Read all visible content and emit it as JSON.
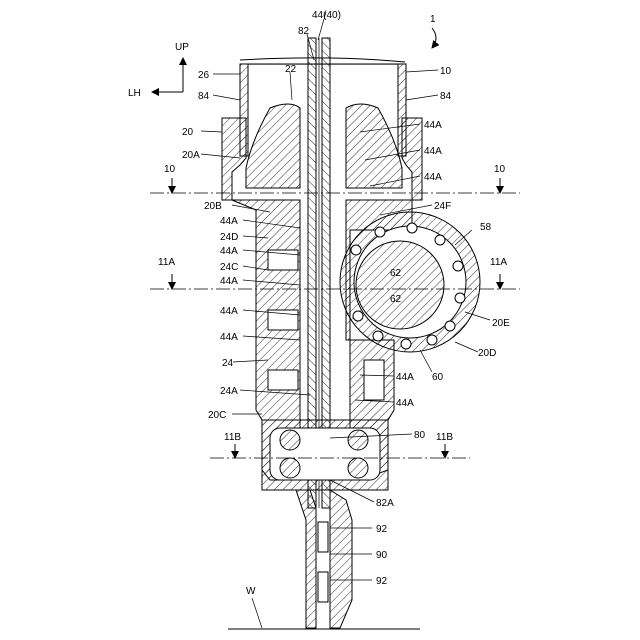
{
  "labels": {
    "fig_ref": "1",
    "up": "UP",
    "lh": "LH",
    "ref_44_40": "44(40)",
    "ref_82_top": "82",
    "ref_22": "22",
    "ref_26": "26",
    "ref_10_top": "10",
    "ref_84_left": "84",
    "ref_84_right": "84",
    "ref_20": "20",
    "ref_20A": "20A",
    "ref_44A_r1": "44A",
    "ref_44A_r2": "44A",
    "ref_44A_r3": "44A",
    "sec_10_left": "10",
    "sec_10_right": "10",
    "ref_20B": "20B",
    "ref_24F": "24F",
    "ref_44A_l1": "44A",
    "ref_24D": "24D",
    "ref_44A_l2": "44A",
    "ref_24C": "24C",
    "ref_44A_l3": "44A",
    "ref_58": "58",
    "sec_11A_left": "11A",
    "sec_11A_right": "11A",
    "ref_62_a": "62",
    "ref_62_b": "62",
    "ref_44A_l4": "44A",
    "ref_20E": "20E",
    "ref_44A_l5": "44A",
    "ref_20D": "20D",
    "ref_24": "24",
    "ref_60": "60",
    "ref_44A_r4": "44A",
    "ref_24A": "24A",
    "ref_44A_r5": "44A",
    "ref_20C": "20C",
    "sec_11B_left": "11B",
    "sec_11B_right": "11B",
    "ref_80": "80",
    "ref_82A": "82A",
    "ref_92_a": "92",
    "ref_90": "90",
    "ref_92_b": "92",
    "ref_W": "W"
  }
}
